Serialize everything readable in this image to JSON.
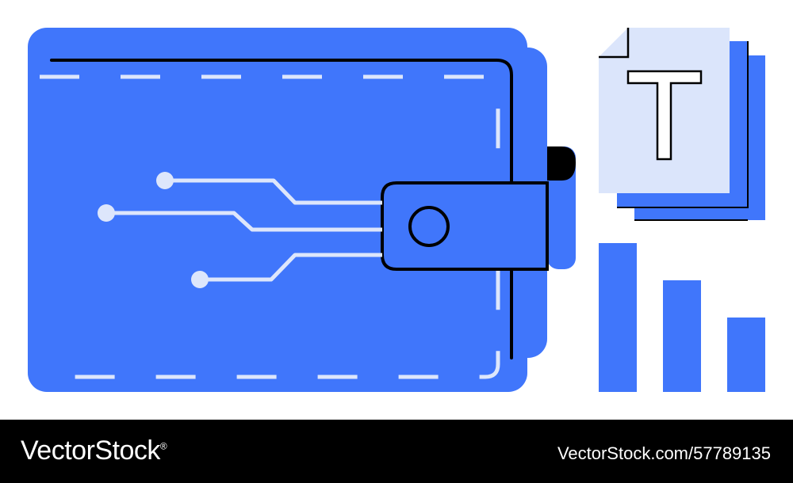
{
  "colors": {
    "primary_blue": "#4076fb",
    "light_blue": "#dbe5fb",
    "dot": "#dde6fb",
    "outline": "#000000",
    "footer_bg": "#000000",
    "footer_text": "#ffffff"
  },
  "illustration": {
    "wallet": {
      "icon": "digital-wallet-icon",
      "circuit_nodes": 3
    },
    "document": {
      "icon": "text-document-icon",
      "letter": "T",
      "stacked_pages": 3
    },
    "bar_chart": {
      "icon": "bar-chart-icon",
      "bar_levels": [
        1.0,
        0.75,
        0.5
      ]
    }
  },
  "footer": {
    "brand": "VectorStock",
    "registered_mark": "®",
    "image_id": "VectorStock.com/57789135"
  }
}
